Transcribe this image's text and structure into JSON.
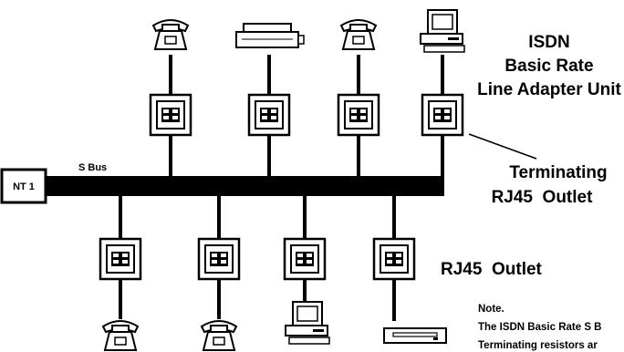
{
  "title_lines": [
    "ISDN",
    "Basic Rate",
    "Line Adapter Unit"
  ],
  "nt_label": "NT 1",
  "bus_label": "S Bus",
  "terminating_label_lines": [
    "Terminating",
    "RJ45  Outlet"
  ],
  "outlet_label": "RJ45  Outlet",
  "note_lines": [
    "Note.",
    "The ISDN Basic Rate S B",
    "Terminating resistors ar"
  ],
  "top_devices": [
    {
      "name": "telephone",
      "icon": "telephone-icon"
    },
    {
      "name": "printer",
      "icon": "printer-icon"
    },
    {
      "name": "telephone",
      "icon": "telephone-icon"
    },
    {
      "name": "computer",
      "icon": "computer-icon"
    }
  ],
  "bottom_devices": [
    {
      "name": "telephone",
      "icon": "telephone-icon"
    },
    {
      "name": "telephone",
      "icon": "telephone-icon"
    },
    {
      "name": "computer",
      "icon": "computer-icon"
    },
    {
      "name": "terminal adapter",
      "icon": "terminal-adapter-icon"
    }
  ]
}
